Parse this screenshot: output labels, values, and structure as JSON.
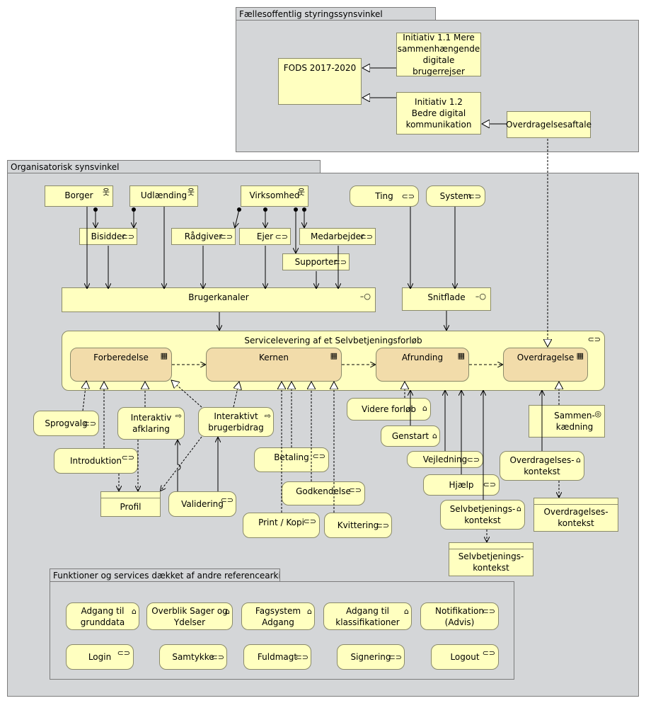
{
  "groups": {
    "faelles": "Fællesoffentlig styringssynsvinkel",
    "org": "Organisatorisk synsvinkel",
    "andre": "Funktioner og services dækket af andre referencearkitekturer"
  },
  "strategy": {
    "fods": "FODS 2017-2020",
    "initiativ11": "Initiativ 1.1 Mere sammenhængende digitale brugerrejser",
    "initiativ12": "Initiativ 1.2 Bedre digital kommunikation",
    "overdragelsesaftale": "Overdragelsesaftale"
  },
  "actors": {
    "borger": "Borger",
    "udlaending": "Udlænding",
    "virksomhed": "Virksomhed"
  },
  "roles": {
    "bisidder": "Bisidder",
    "raadgiver": "Rådgiver",
    "ejer": "Ejer",
    "medarbejder": "Medarbejder",
    "supporter": "Supporter"
  },
  "systems": {
    "ting": "Ting",
    "system": "System"
  },
  "interfaces": {
    "brugerkanaler": "Brugerkanaler",
    "snitflade": "Snitflade"
  },
  "service": {
    "title": "Servicelevering af et Selvbetjeningsforløb",
    "steps": [
      "Forberedelse",
      "Kernen",
      "Afrunding",
      "Overdragelse"
    ]
  },
  "org_elements": {
    "sprogvalg": "Sprogvalg",
    "introduktion": "Introduktion",
    "interaktiv_afklaring": "Interaktiv afklaring",
    "interaktivt_brugerbidrag": "Interaktivt brugerbidrag",
    "profil": "Profil",
    "validering": "Validering",
    "betaling": "Betaling",
    "godkendelse": "Godkendelse",
    "print_kopi": "Print / Kopi",
    "kvittering": "Kvittering",
    "videre_forloeb": "Videre forløb",
    "genstart": "Genstart",
    "vejledning": "Vejledning",
    "hjaelp": "Hjælp",
    "selvbetjenings_kontekst_fn": "Selvbetjenings-kontekst",
    "selvbetjenings_kontekst_obj": "Selvbetjenings-kontekst",
    "sammenkaedning": "Sammen-kædning",
    "overdragelses_kontekst_fn": "Overdragelses-kontekst",
    "overdragelses_kontekst_obj": "Overdragelses-kontekst"
  },
  "andre_items": [
    "Adgang til grunddata",
    "Overblik Sager og Ydelser",
    "Fagsystem Adgang",
    "Adgang til klassifikationer",
    "Notifikation (Advis)",
    "Login",
    "Samtykke",
    "Fuldmagt",
    "Signering",
    "Logout"
  ],
  "colors": {
    "element_fill": "#ffffc0",
    "process_fill": "#f2dcaa",
    "group_fill": "#d4d6d8"
  }
}
